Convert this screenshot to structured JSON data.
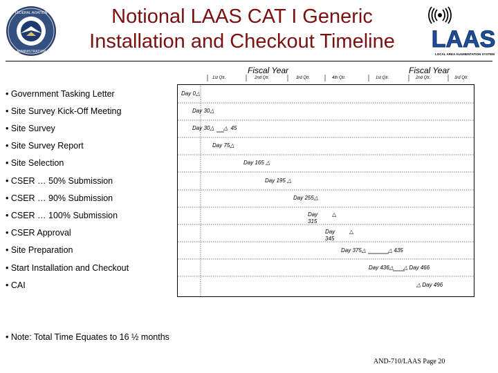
{
  "title": {
    "line1": "Notional LAAS CAT I Generic",
    "line2": "Installation and Checkout Timeline"
  },
  "logos": {
    "left_seal": {
      "icon": "faa-seal-icon",
      "text": "FEDERAL AVIATION ADMINISTRATION"
    },
    "right_logo": {
      "icon": "laas-logo-icon",
      "text": "LAAS",
      "tagline": "LOCAL AREA AUGMENTATION SYSTEM"
    }
  },
  "colors": {
    "title": "#7a1010",
    "accent_blue": "#1f4e9a"
  },
  "timeline": {
    "fiscal_year_labels": [
      "Fiscal Year",
      "Fiscal Year"
    ],
    "quarters": [
      "1st Qtr.",
      "2nd Qtr.",
      "3rd Qtr.",
      "4th Qtr.",
      "1st Qtr.",
      "2nd Qtr.",
      "3rd Qtr."
    ],
    "tasks": [
      {
        "label": "• Government Tasking Letter",
        "milestone": "Day 0"
      },
      {
        "label": "• Site Survey Kick-Off Meeting",
        "milestone": "Day 30"
      },
      {
        "label": "• Site Survey",
        "milestone": "Day 30",
        "end": "45"
      },
      {
        "label": "• Site Survey Report",
        "milestone": "Day 75"
      },
      {
        "label": "• Site Selection",
        "milestone": "Day 165"
      },
      {
        "label": "• CSER … 50% Submission",
        "milestone": "Day 195"
      },
      {
        "label": "• CSER … 90% Submission",
        "milestone": "Day 255"
      },
      {
        "label": "• CSER … 100% Submission",
        "milestone": "Day 315"
      },
      {
        "label": "• CSER Approval",
        "milestone": "Day 345"
      },
      {
        "label": "• Site Preparation",
        "milestone": "Day 375",
        "end": "435"
      },
      {
        "label": "• Start Installation and Checkout",
        "milestone": "Day 436",
        "end": "Day 466"
      },
      {
        "label": "• CAI",
        "milestone": "Day 496"
      }
    ]
  },
  "note": "• Note:  Total Time Equates to 16 ½ months",
  "footer": "AND-710/LAAS  Page 20"
}
